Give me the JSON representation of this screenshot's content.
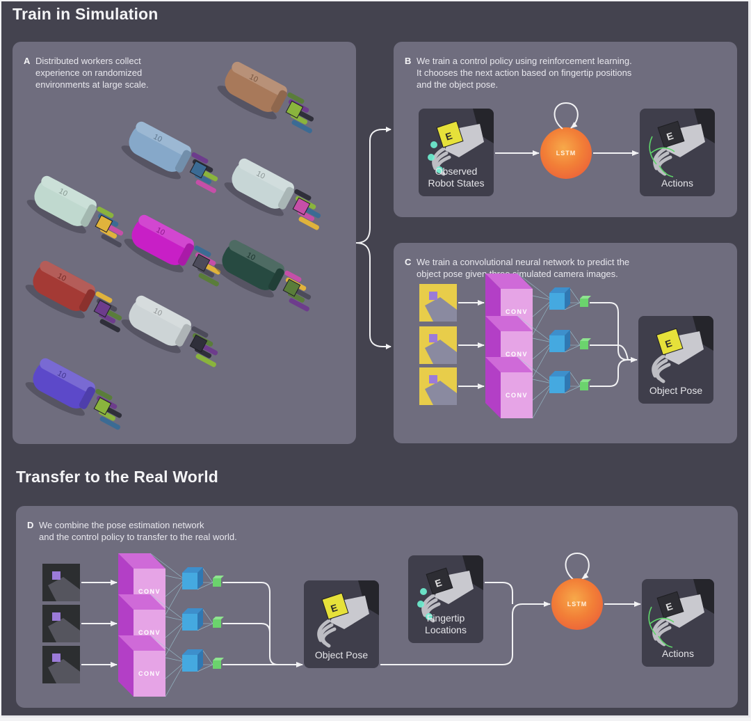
{
  "sections": {
    "train": {
      "title": "Train in Simulation"
    },
    "transfer": {
      "title": "Transfer to the Real World"
    }
  },
  "panels": {
    "A": {
      "letter": "A",
      "caption": "Distributed workers collect\nexperience on randomized\nenvironments at large scale.",
      "workers": [
        {
          "color": "#a8795a",
          "label": "10"
        },
        {
          "color": "#86a8c9",
          "label": "10"
        },
        {
          "color": "#c7d6d6",
          "label": "10"
        },
        {
          "color": "#c0d9cf",
          "label": "10"
        },
        {
          "color": "#c81fc6",
          "label": "10"
        },
        {
          "color": "#274a41",
          "label": "10"
        },
        {
          "color": "#a43a35",
          "label": "10"
        },
        {
          "color": "#cdd4d6",
          "label": "10"
        },
        {
          "color": "#5c49c9",
          "label": "10"
        }
      ]
    },
    "B": {
      "letter": "B",
      "caption": "We train a control policy using reinforcement learning.\nIt chooses the next action based on fingertip positions\nand the object pose.",
      "input_label": "Observed\nRobot States",
      "lstm_label": "LSTM",
      "output_label": "Actions"
    },
    "C": {
      "letter": "C",
      "caption": "We train a convolutional neural network to predict the\nobject pose given three simulated camera images.",
      "conv_labels": [
        "CONV",
        "CONV",
        "CONV"
      ],
      "output_label": "Object Pose"
    },
    "D": {
      "letter": "D",
      "caption": "We combine the pose estimation network\nand the control policy to transfer to the real world.",
      "conv_labels": [
        "CONV",
        "CONV",
        "CONV"
      ],
      "pose_label": "Object Pose",
      "fingertip_label": "Fingertip\nLocations",
      "lstm_label": "LSTM",
      "output_label": "Actions"
    }
  },
  "colors": {
    "background": "#44434f",
    "panel": "#6f6d7e",
    "card": "#3f3e4b",
    "lstm": "#f27f37",
    "conv_front": "#e6a4e6",
    "conv_side": "#b33fc6",
    "conv_top": "#cf6ad8",
    "dense": "#45a9e0",
    "output_node": "#6bd36d",
    "sim_thumb": "#e8cd4a",
    "real_thumb": "#2c2e30"
  }
}
